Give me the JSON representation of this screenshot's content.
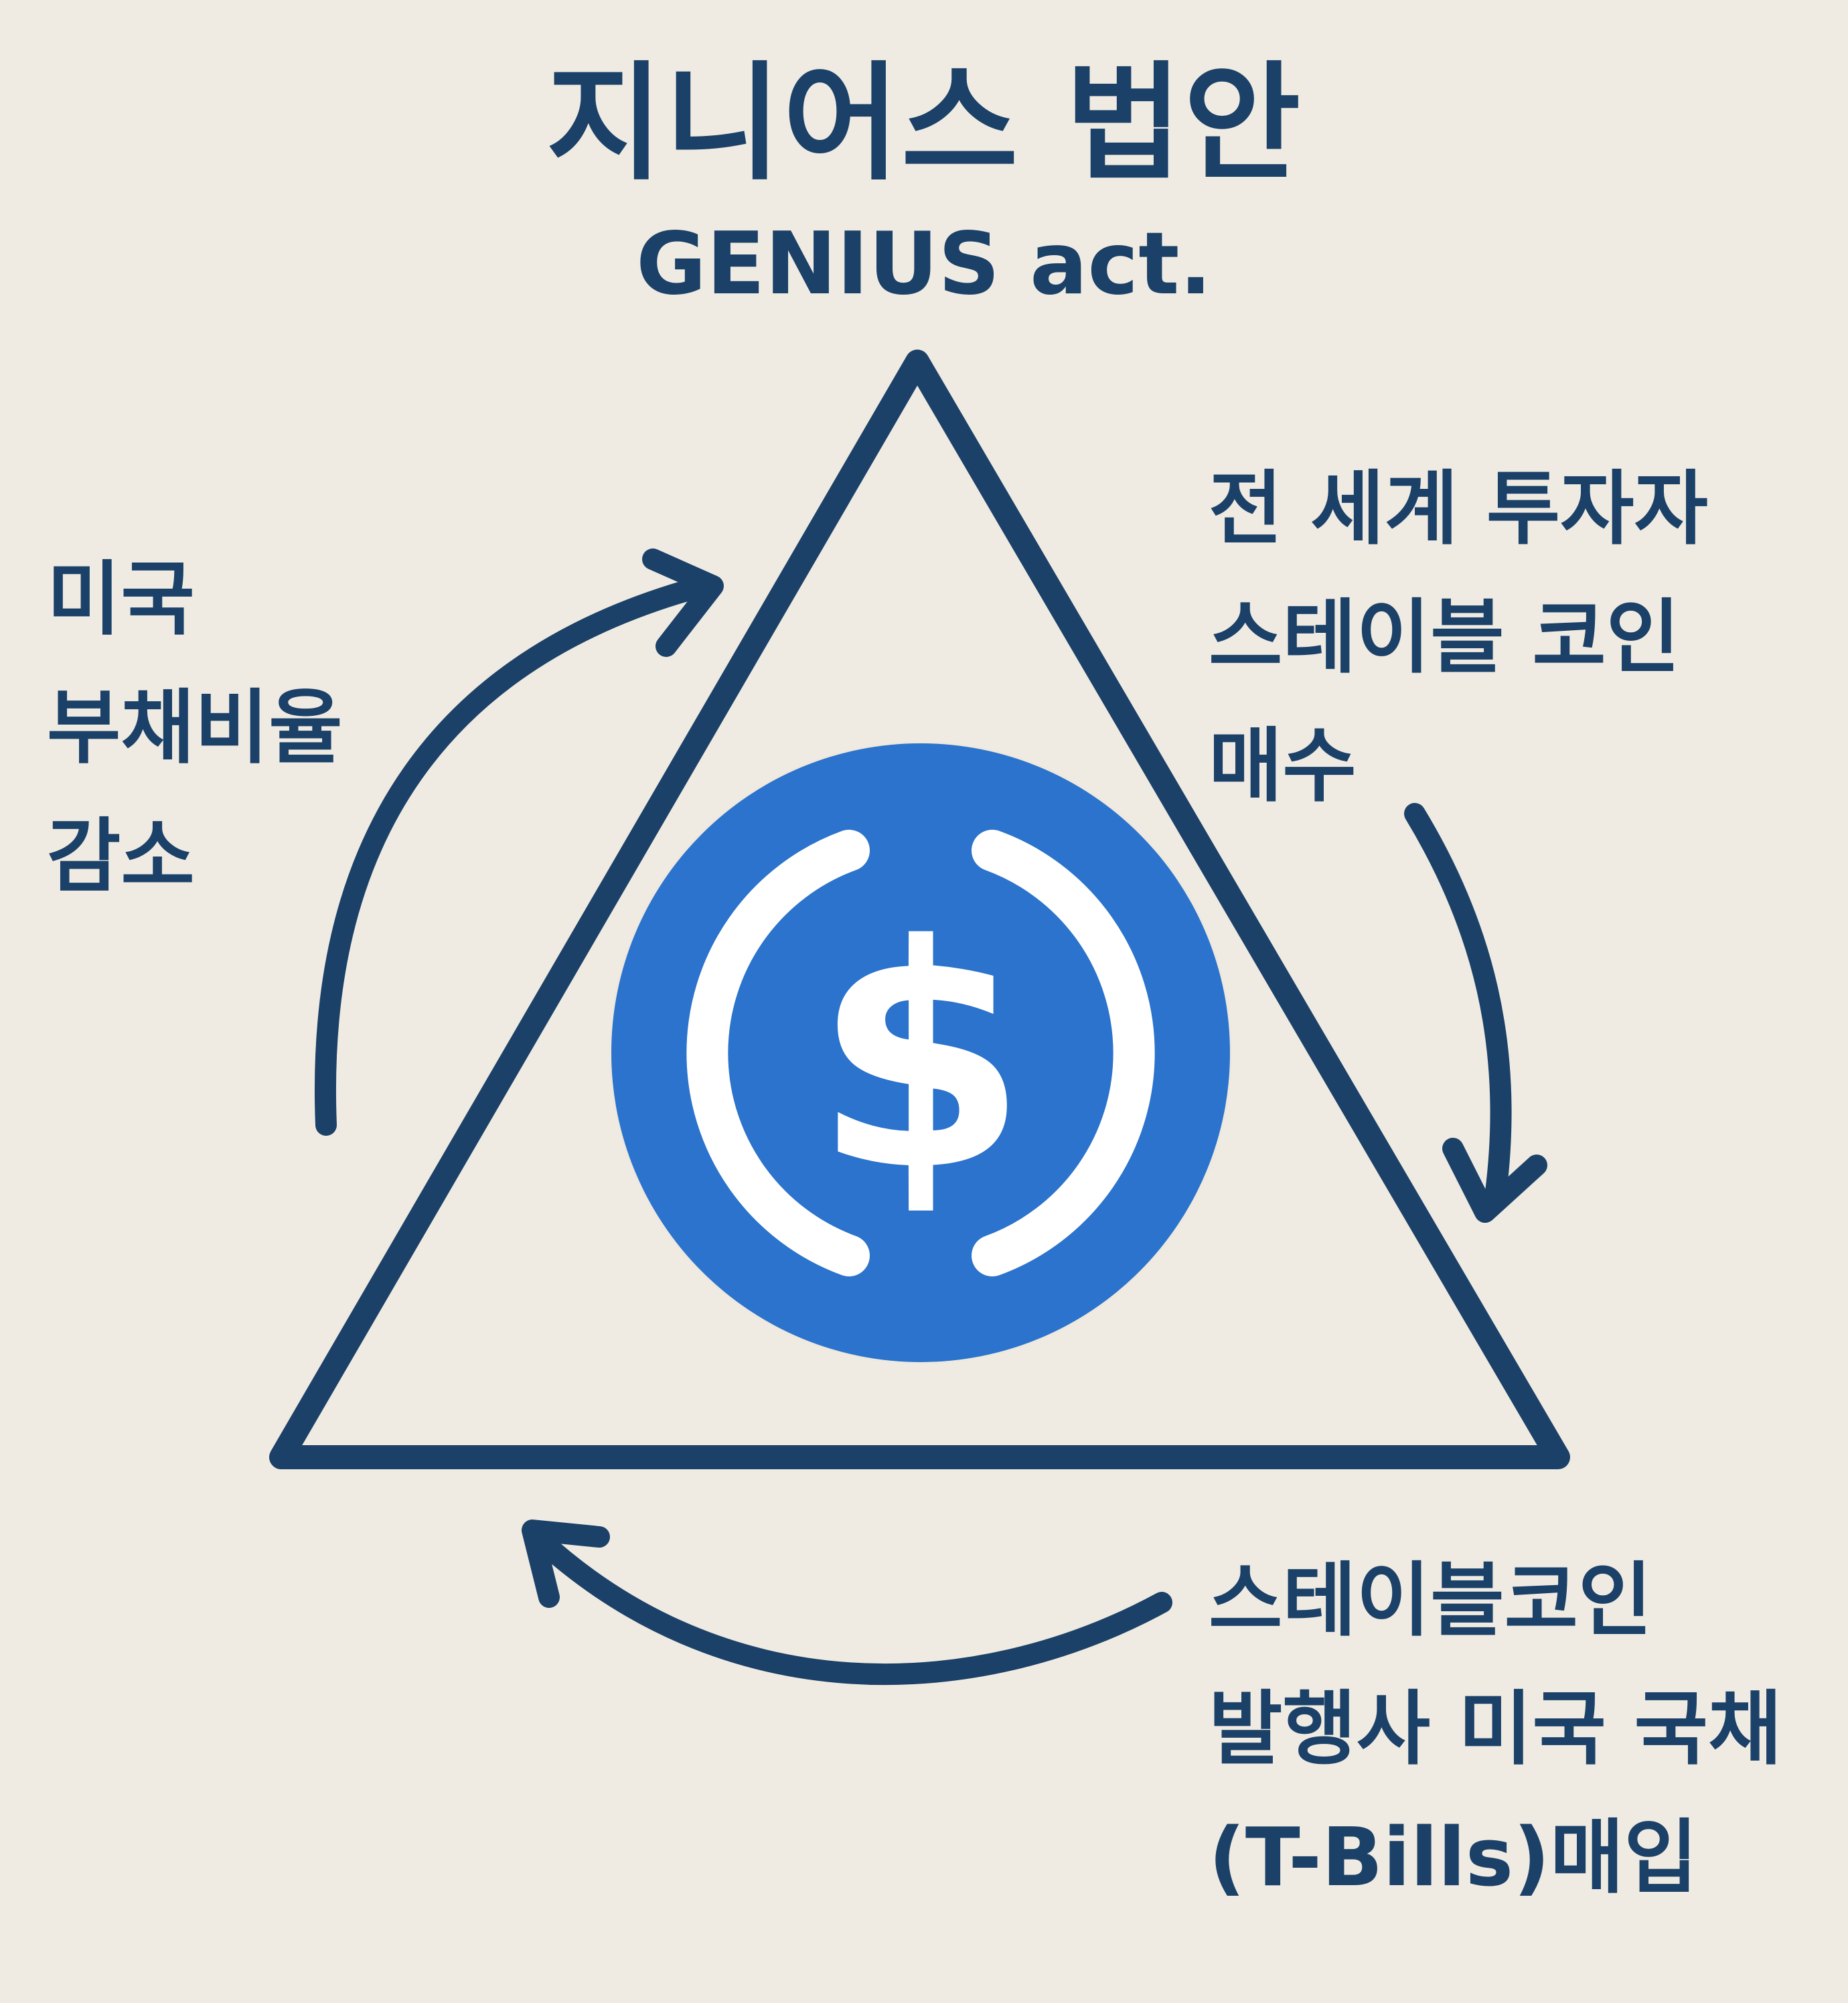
{
  "title": "지니어스 법안",
  "subtitle": "GENIUS act.",
  "labels": {
    "left": [
      "미국",
      "부채비율",
      "감소"
    ],
    "right": [
      "전 세계 투자자",
      "스테이블 코인",
      "매수"
    ],
    "bottom": [
      "스테이블코인",
      "발행사 미국 국채",
      "(T-Bills)매입"
    ]
  },
  "colors": {
    "ink": "#1c4168",
    "coin": "#2b73cc",
    "background": "#efebe2"
  },
  "icons": {
    "center": "usd-coin-icon",
    "arrows": [
      "arrow-left-cycle",
      "arrow-right-cycle",
      "arrow-bottom-cycle"
    ]
  }
}
